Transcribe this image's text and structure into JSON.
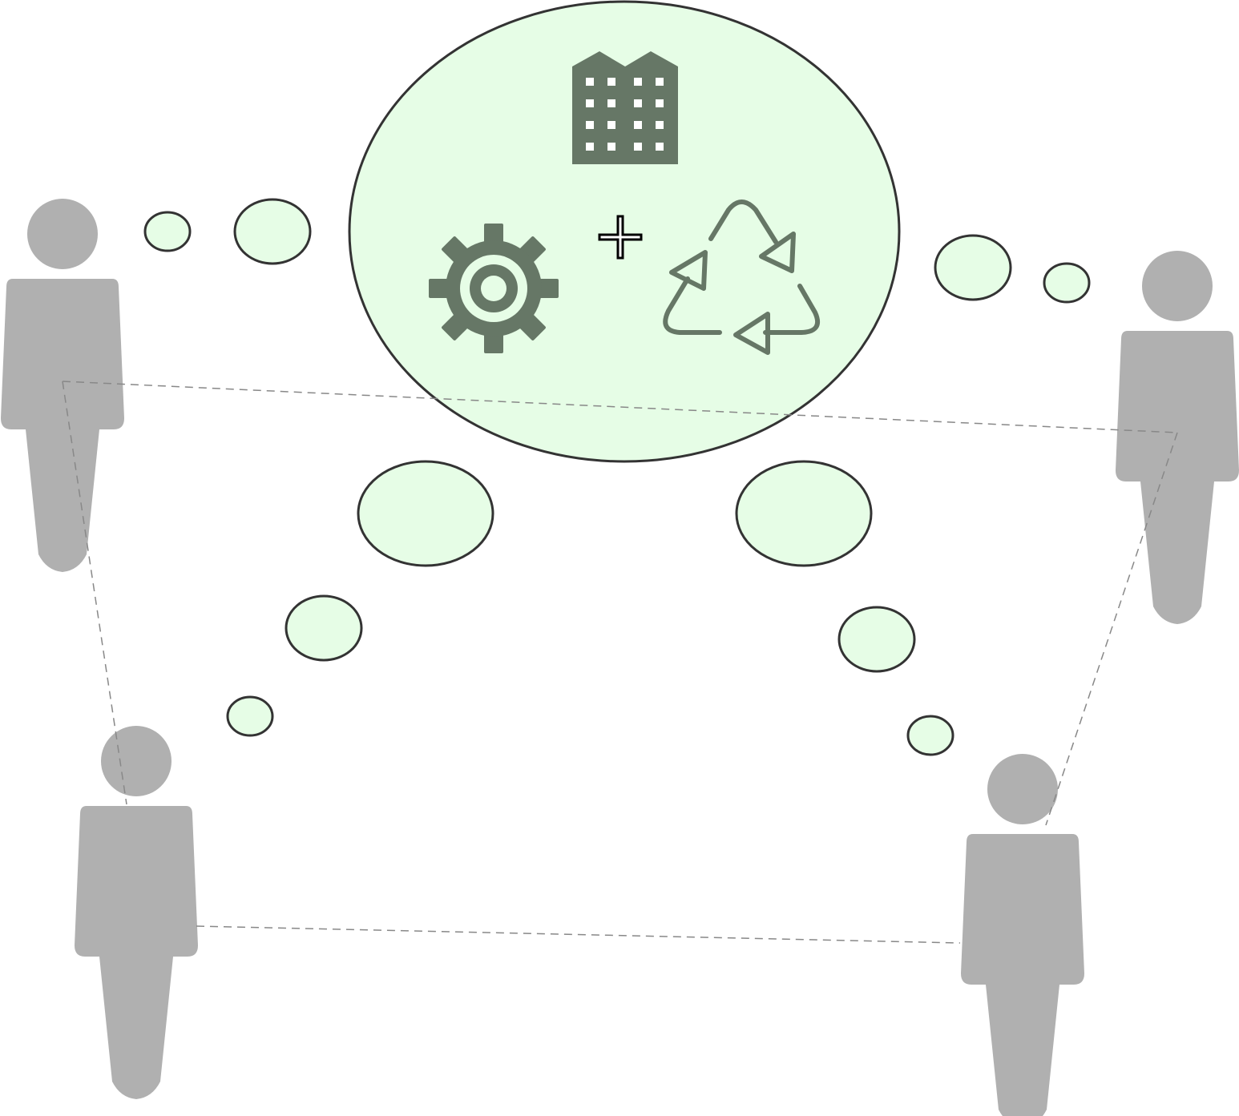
{
  "diagram": {
    "colors": {
      "background": "#ffffff",
      "bubble_fill": "#e6fde6",
      "bubble_stroke": "#333333",
      "person": "#b0b0b0",
      "icon": "#667766",
      "connector": "#888888"
    },
    "central_bubble": {
      "icons": [
        "building-icon",
        "gear-icon",
        "plus-icon",
        "recycle-icon"
      ]
    },
    "people": [
      "person-top-left",
      "person-top-right",
      "person-bottom-left",
      "person-bottom-right"
    ],
    "connectors": [
      "top-left-to-top-right",
      "top-left-to-bottom-left",
      "top-right-to-bottom-right",
      "bottom-left-to-bottom-right"
    ]
  }
}
